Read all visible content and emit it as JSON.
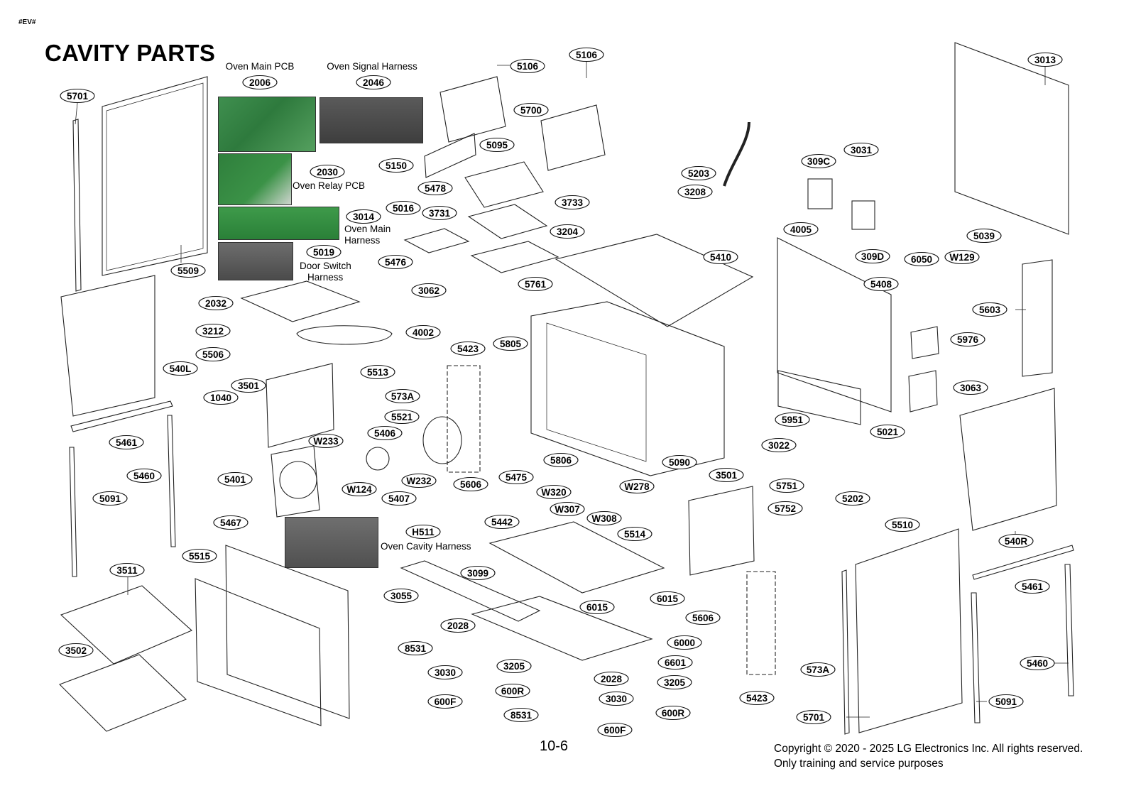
{
  "header": {
    "tag": "#EV#",
    "title": "CAVITY PARTS"
  },
  "footer": {
    "page_number": "10-6",
    "copyright_line1": "Copyright © 2020 - 2025 LG Electronics Inc. All rights reserved.",
    "copyright_line2": "Only training and service purposes"
  },
  "captions": [
    {
      "id": "cap-main-pcb",
      "lines": [
        "Oven Main PCB"
      ]
    },
    {
      "id": "cap-signal-harness",
      "lines": [
        "Oven Signal Harness"
      ]
    },
    {
      "id": "cap-relay-pcb",
      "lines": [
        "Oven Relay PCB"
      ]
    },
    {
      "id": "cap-main-harness",
      "lines": [
        "Oven Main",
        "Harness"
      ]
    },
    {
      "id": "cap-door-switch",
      "lines": [
        "Door Switch",
        "Harness"
      ]
    },
    {
      "id": "cap-cavity-harness",
      "lines": [
        "Oven Cavity Harness"
      ]
    }
  ],
  "part_labels": [
    "2006",
    "2046",
    "2030",
    "3014",
    "5019",
    "5701",
    "5509",
    "5106",
    "5106",
    "5700",
    "5095",
    "5150",
    "5478",
    "5016",
    "3731",
    "3733",
    "5476",
    "3204",
    "3062",
    "5761",
    "5203",
    "3208",
    "309C",
    "3031",
    "3013",
    "309D",
    "6050",
    "W129",
    "5039",
    "4005",
    "5410",
    "5408",
    "5603",
    "2032",
    "3212",
    "4002",
    "5423",
    "5805",
    "5506",
    "5513",
    "540L",
    "3501",
    "1040",
    "573A",
    "5521",
    "5976",
    "3063",
    "5951",
    "5461",
    "5460",
    "W233",
    "5406",
    "5401",
    "W124",
    "W232",
    "5407",
    "5606",
    "5475",
    "5806",
    "5090",
    "W320",
    "W278",
    "W307",
    "W308",
    "3022",
    "5021",
    "5202",
    "3501",
    "5751",
    "5752",
    "5091",
    "5467",
    "H511",
    "5442",
    "5514",
    "5510",
    "540R",
    "5515",
    "3511",
    "3099",
    "3055",
    "6015",
    "6015",
    "5461",
    "5606",
    "2028",
    "6000",
    "8531",
    "3205",
    "6601",
    "3030",
    "2028",
    "3205",
    "5460",
    "600F",
    "600R",
    "3030",
    "600R",
    "5423",
    "573A",
    "5091",
    "8531",
    "600F",
    "5701",
    "3502"
  ]
}
